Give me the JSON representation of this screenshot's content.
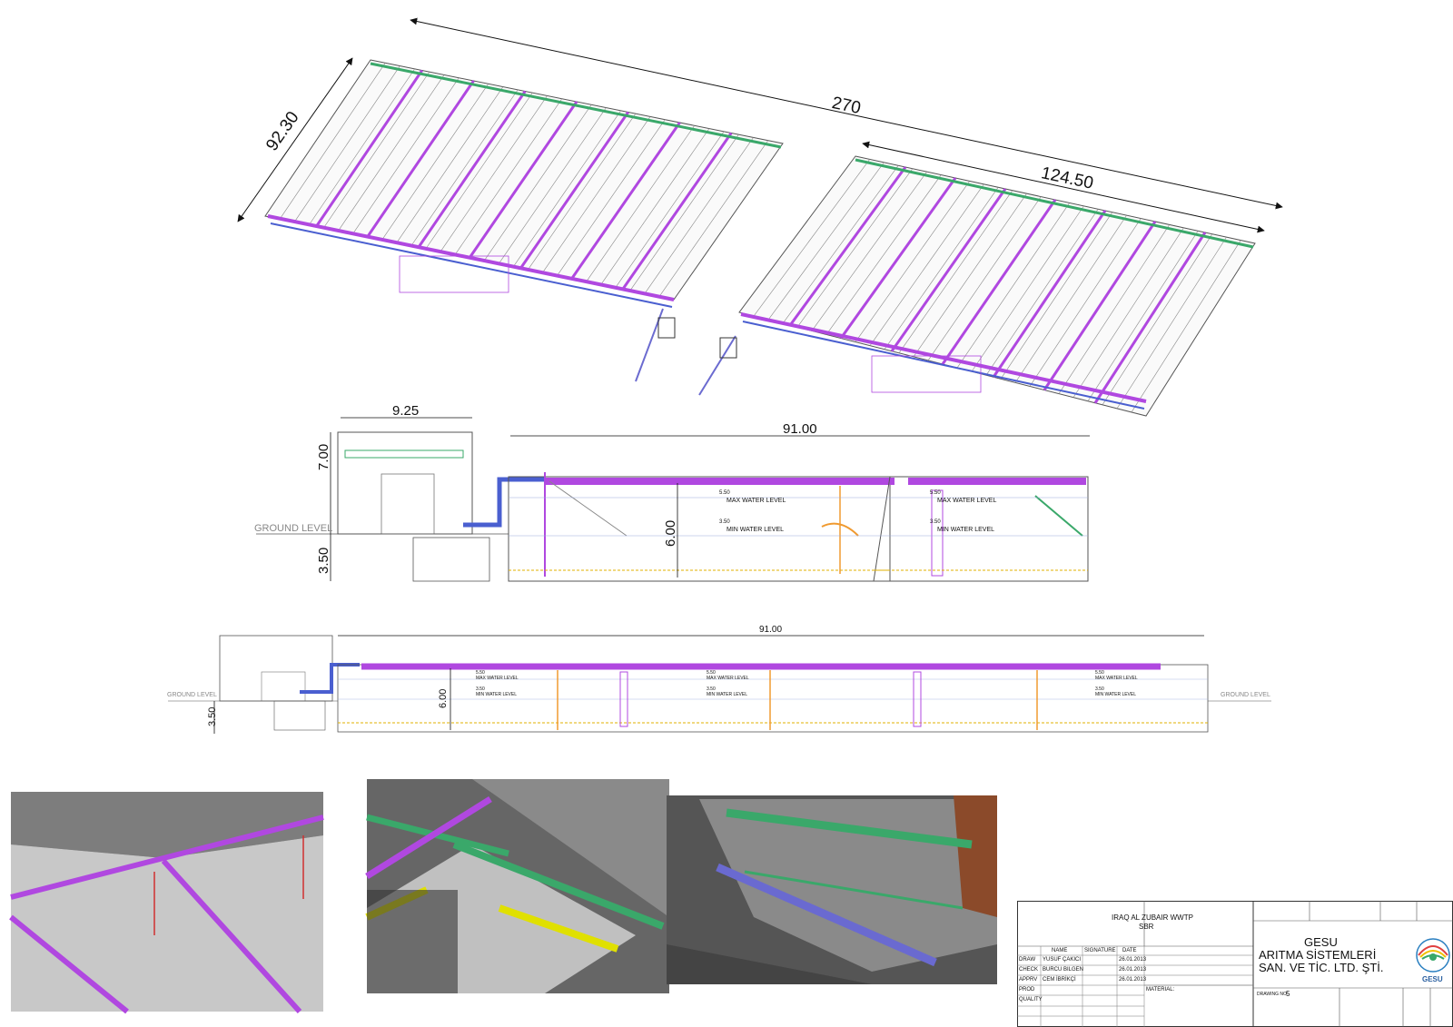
{
  "dimensions": {
    "total_length": "270",
    "width": "92.30",
    "tank_length": "124.50",
    "building_width": "9.25",
    "building_height": "7.00",
    "depth_below": "3.50",
    "tank_span": "91.00",
    "water_depth": "6.00"
  },
  "section1": {
    "ground_level": "GROUND LEVEL",
    "max_level_value": "5.50",
    "max_level_label": "MAX WATER LEVEL",
    "min_level_value": "3.50",
    "min_level_label": "MIN WATER LEVEL",
    "max_level_value_2": "5.50",
    "max_level_label_2": "MAX WATER LEVEL",
    "min_level_value_2": "3.50",
    "min_level_label_2": "MIN WATER LEVEL"
  },
  "section2": {
    "ground_level_left": "GROUND LEVEL",
    "ground_level_right": "GROUND LEVEL",
    "span": "91.00",
    "depth": "6.00",
    "below": "3.50",
    "levels": [
      {
        "max_value": "5.50",
        "max_label": "MAX WATER LEVEL",
        "min_value": "3.50",
        "min_label": "MIN WATER LEVEL"
      },
      {
        "max_value": "5.50",
        "max_label": "MAX WATER LEVEL",
        "min_value": "3.50",
        "min_label": "MIN WATER LEVEL"
      },
      {
        "max_value": "5.50",
        "max_label": "MAX WATER LEVEL",
        "min_value": "3.50",
        "min_label": "MIN WATER LEVEL"
      }
    ]
  },
  "title_block": {
    "project": "IRAQ AL ZUBAIR WWTP",
    "subtitle": "SBR",
    "col_name": "NAME",
    "col_signature": "SIGNATURE",
    "col_date": "DATE",
    "rows": [
      {
        "role": "DRAW",
        "name": "YUSUF ÇAKICI",
        "date": "26.01.2013"
      },
      {
        "role": "CHECK",
        "name": "BURCU BILGEN",
        "date": "26.01.2013"
      },
      {
        "role": "APPRV",
        "name": "CEM İBRİKÇİ",
        "date": "26.01.2013"
      },
      {
        "role": "PROD",
        "name": "",
        "date": ""
      },
      {
        "role": "QUALITY",
        "name": "",
        "date": ""
      }
    ],
    "material_label": "MATERIAL:",
    "drawing_no_label": "DRAWING NO:",
    "drawing_no": "5",
    "company_line1": "GESU",
    "company_line2": "ARITMA SİSTEMLERİ",
    "company_line3": "SAN. VE TİC. LTD. ŞTİ.",
    "logo_text": "GESU"
  },
  "colors": {
    "walkway": "#b048e0",
    "pipe_blue": "#4a5fd0",
    "pipe_green": "#3aa86a",
    "mixer": "#f09a30",
    "render_gray": "#8c8c8c"
  }
}
